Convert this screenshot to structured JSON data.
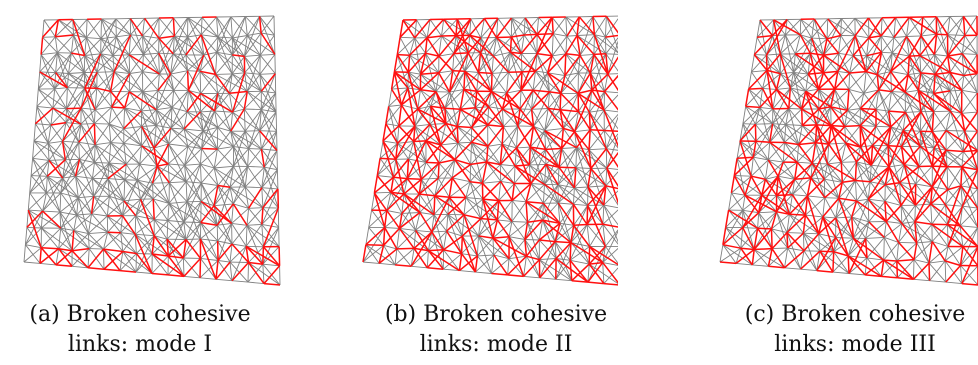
{
  "colors": {
    "intact_link": "#808080",
    "broken_link": "#ff1010",
    "background": "#ffffff"
  },
  "panels": [
    {
      "caption_line1": "(a) Broken cohesive",
      "caption_line2": "links: mode I",
      "broken_fraction": 0.06
    },
    {
      "caption_line1": "(b) Broken cohesive",
      "caption_line2": "links: mode II",
      "broken_fraction": 0.42
    },
    {
      "caption_line1": "(c) Broken cohesive",
      "caption_line2": "links: mode III",
      "broken_fraction": 0.38
    }
  ]
}
